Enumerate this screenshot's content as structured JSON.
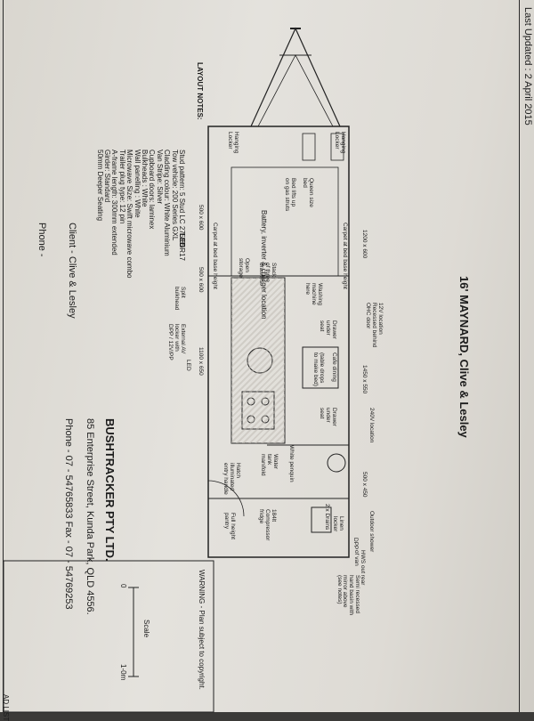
{
  "header": {
    "last_updated": "Last Updated : 2 April 2015"
  },
  "plan_title": "16' MAYNARD, Clive & Lesley",
  "layout_notes": {
    "heading": "LAYOUT NOTES:",
    "items": [
      "Stud pattern: 5 Stud LC 275/65R17",
      "Tow vehicle: 200 Series GXL",
      "Cladding colour: White Aluminium",
      "Van Stripe: Silver",
      "Cupboard doors: laminex",
      "Bulkheads : White",
      "Wall panelling : White",
      "Microwave Size: Swift microwave combo",
      "Trailer plug type: 12 pin",
      "A-frame length: 300mm extended",
      "Girder: Standard",
      "50mm Deeper Seating"
    ],
    "cut_off": "AD LIST"
  },
  "client": {
    "client_label": "Client - Clive & Lesley",
    "phone_label": "Phone -"
  },
  "company": {
    "name": "BUSHTRACKER PTY LTD.",
    "address": "85 Enterprise Street, Kunda Park, QLD 4556.",
    "contact": "Phone - 07 - 54765833   Fax - 07 - 54769253"
  },
  "warning": "WARNING - Plan subject to copyright.",
  "scale": {
    "label": "Scale",
    "start": "0",
    "end": "1-0m"
  },
  "plan_labels": {
    "hanging_locker_left": "Hanging\nLocker",
    "hanging_locker_right": "Hanging\nLocker",
    "queen_bed": "Queen size\nbed",
    "bed_lifts": "Bed lifts up\non gas struts",
    "battery": "Battery, inverter & charger location",
    "carpet_bed_right": "Carpet at bed base height",
    "carpet_bed_left": "Carpet at bed base height",
    "dim_1200": "1200 x 600",
    "dim_500_left": "500 x 600",
    "dim_500_mid": "500 x 600",
    "dim_1450": "1450 x 550",
    "dim_1100": "1100 x 650",
    "dim_500_450": "500 x 450",
    "washing": "Washing\nmachine\nhere",
    "open_storage": "Open\nstorage",
    "stack_drawers": "Stack\nof three\ndrawers",
    "drawer_seat_1": "Drawer\nunder\nseat",
    "drawer_seat_2": "Drawer\nunder\nseat",
    "cafe": "Cafe dining",
    "table_drops": "(table drops\nto make bed)",
    "v12": "12V location\nRecessed behind\nOHC door",
    "v240": "240V location",
    "led": "LED",
    "split_bulkhead": "Split\nbulkhead",
    "external_av": "External AV\nlocker with\nDPP / 12V/PP",
    "led_small": "LED",
    "white_pen": "White penquin",
    "water_tank": "Water\ntank\nmanifold",
    "hatch_light": "Hatch\nilluminated\nentry handle",
    "outdoor_shower": "Outdoor shower",
    "linen": "Linen\nlocker",
    "dpp": "DPP",
    "drains": "2 x Drains",
    "fridge": "184lt\nCompressor\nfridge",
    "pantry": "Full height\npantry",
    "hws": "HWS out rear\nof van",
    "vanity": "Semi recessed\nhand basin with\nmirror above\n(see notes)"
  }
}
